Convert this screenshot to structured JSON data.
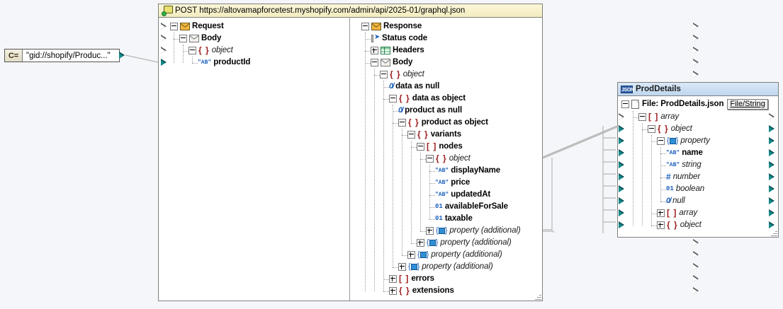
{
  "canvas": {
    "background": "#f5f6f9"
  },
  "constant": {
    "name": "constant-box",
    "prefix": "C=",
    "value": "\"gid://shopify/Produc...\""
  },
  "webservice": {
    "title": "POST https://altovamapforcetest.myshopify.com/admin/api/2025-01/graphql.json",
    "icon": "web-service-icon",
    "request": {
      "rows": [
        {
          "label": "Request",
          "icon": "envelope-orange-icon",
          "indent": 0,
          "expander": "minus",
          "style": "bold",
          "arrow": "open"
        },
        {
          "label": "Body",
          "icon": "envelope-white-icon",
          "indent": 1,
          "expander": "minus",
          "style": "bold",
          "arrow": "open"
        },
        {
          "label": "object",
          "icon": "braces-icon",
          "indent": 2,
          "expander": "minus",
          "style": "italic",
          "arrow": "open"
        },
        {
          "label": "productId",
          "icon": "string-ab-icon",
          "indent": 3,
          "expander": "none",
          "style": "bold",
          "arrow": "fill"
        }
      ]
    },
    "response": {
      "rows": [
        {
          "label": "Response",
          "icon": "envelope-orange-icon",
          "indent": 0,
          "expander": "minus",
          "style": "bold",
          "arrow": "open"
        },
        {
          "label": "Status code",
          "icon": "status-code-icon",
          "indent": 1,
          "expander": "none",
          "style": "bold",
          "arrow": "open"
        },
        {
          "label": "Headers",
          "icon": "table-icon",
          "indent": 1,
          "expander": "plus",
          "style": "bold",
          "arrow": "open"
        },
        {
          "label": "Body",
          "icon": "envelope-white-icon",
          "indent": 1,
          "expander": "minus",
          "style": "bold",
          "arrow": "open"
        },
        {
          "label": "object",
          "icon": "braces-icon",
          "indent": 2,
          "expander": "minus",
          "style": "italic",
          "arrow": "open"
        },
        {
          "label": "data as null",
          "icon": "null-icon",
          "indent": 3,
          "expander": "none",
          "style": "bold",
          "arrow": "open"
        },
        {
          "label": "data as object",
          "icon": "braces-icon",
          "indent": 3,
          "expander": "minus",
          "style": "bold",
          "arrow": "open"
        },
        {
          "label": "product as null",
          "icon": "null-icon",
          "indent": 4,
          "expander": "none",
          "style": "bold",
          "arrow": "open"
        },
        {
          "label": "product as object",
          "icon": "braces-icon",
          "indent": 4,
          "expander": "minus",
          "style": "bold",
          "arrow": "open"
        },
        {
          "label": "variants",
          "icon": "braces-icon",
          "indent": 5,
          "expander": "minus",
          "style": "bold",
          "arrow": "open"
        },
        {
          "label": "nodes",
          "icon": "brackets-icon",
          "indent": 6,
          "expander": "minus",
          "style": "bold",
          "arrow": "open"
        },
        {
          "label": "object",
          "icon": "braces-icon",
          "indent": 7,
          "expander": "minus",
          "style": "italic",
          "arrow": "fill"
        },
        {
          "label": "displayName",
          "icon": "string-ab-icon",
          "indent": 8,
          "expander": "none",
          "style": "bold",
          "arrow": "open"
        },
        {
          "label": "price",
          "icon": "string-ab-icon",
          "indent": 8,
          "expander": "none",
          "style": "bold",
          "arrow": "open"
        },
        {
          "label": "updatedAt",
          "icon": "string-ab-icon",
          "indent": 8,
          "expander": "none",
          "style": "bold",
          "arrow": "open"
        },
        {
          "label": "availableForSale",
          "icon": "boolean-icon",
          "indent": 8,
          "expander": "none",
          "style": "bold",
          "arrow": "open"
        },
        {
          "label": "taxable",
          "icon": "boolean-icon",
          "indent": 8,
          "expander": "none",
          "style": "bold",
          "arrow": "open"
        },
        {
          "label": "property (additional)",
          "icon": "property-icon",
          "indent": 7,
          "expander": "plus",
          "style": "italic",
          "arrow": "fill"
        },
        {
          "label": "property (additional)",
          "icon": "property-icon",
          "indent": 6,
          "expander": "plus",
          "style": "italic",
          "arrow": "open"
        },
        {
          "label": "property (additional)",
          "icon": "property-icon",
          "indent": 5,
          "expander": "plus",
          "style": "italic",
          "arrow": "open"
        },
        {
          "label": "property (additional)",
          "icon": "property-icon",
          "indent": 4,
          "expander": "plus",
          "style": "italic",
          "arrow": "open"
        },
        {
          "label": "errors",
          "icon": "brackets-icon",
          "indent": 3,
          "expander": "plus",
          "style": "bold",
          "arrow": "open"
        },
        {
          "label": "extensions",
          "icon": "braces-icon",
          "indent": 3,
          "expander": "plus",
          "style": "bold",
          "arrow": "open"
        }
      ]
    }
  },
  "proddetails": {
    "title": "ProdDetails",
    "icon": "json-icon",
    "file_label": "File: ProdDetails.json",
    "file_button": "File/String",
    "rows": [
      {
        "label": "array",
        "icon": "brackets-icon",
        "indent": 1,
        "expander": "minus",
        "style": "italic",
        "arrow": "open"
      },
      {
        "label": "object",
        "icon": "braces-icon",
        "indent": 2,
        "expander": "minus",
        "style": "italic",
        "arrow": "fill"
      },
      {
        "label": "property",
        "icon": "property-icon",
        "indent": 3,
        "expander": "minus",
        "style": "italic",
        "arrow": "fill"
      },
      {
        "label": "name",
        "icon": "string-ab-icon",
        "indent": 4,
        "expander": "none",
        "style": "bold",
        "arrow": "fill"
      },
      {
        "label": "string",
        "icon": "string-ab-icon",
        "indent": 4,
        "expander": "none",
        "style": "italic",
        "arrow": "fill"
      },
      {
        "label": "number",
        "icon": "number-icon",
        "indent": 4,
        "expander": "none",
        "style": "italic",
        "arrow": "fill"
      },
      {
        "label": "boolean",
        "icon": "boolean-icon",
        "indent": 4,
        "expander": "none",
        "style": "italic",
        "arrow": "fill"
      },
      {
        "label": "null",
        "icon": "null-icon",
        "indent": 4,
        "expander": "none",
        "style": "italic",
        "arrow": "fill"
      },
      {
        "label": "array",
        "icon": "brackets-icon",
        "indent": 3,
        "expander": "plus",
        "style": "italic",
        "arrow": "fill"
      },
      {
        "label": "object",
        "icon": "braces-icon",
        "indent": 3,
        "expander": "plus",
        "style": "italic",
        "arrow": "fill"
      }
    ]
  }
}
